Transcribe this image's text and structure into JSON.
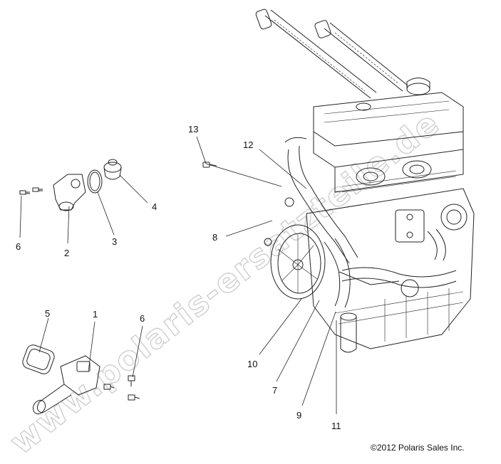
{
  "diagram": {
    "callouts": [
      {
        "id": "1",
        "label": "1"
      },
      {
        "id": "2",
        "label": "2"
      },
      {
        "id": "3",
        "label": "3"
      },
      {
        "id": "4",
        "label": "4"
      },
      {
        "id": "5",
        "label": "5"
      },
      {
        "id": "6a",
        "label": "6"
      },
      {
        "id": "6b",
        "label": "6"
      },
      {
        "id": "7",
        "label": "7"
      },
      {
        "id": "8",
        "label": "8"
      },
      {
        "id": "9",
        "label": "9"
      },
      {
        "id": "10",
        "label": "10"
      },
      {
        "id": "11",
        "label": "11"
      },
      {
        "id": "12",
        "label": "12"
      },
      {
        "id": "13",
        "label": "13"
      }
    ],
    "watermark": "www.polaris-ersatzteile.de",
    "copyright": "©2012 Polaris Sales Inc.",
    "colors": {
      "line": "#222222",
      "watermark_stroke": "#cfcfcf",
      "background": "#ffffff"
    }
  }
}
